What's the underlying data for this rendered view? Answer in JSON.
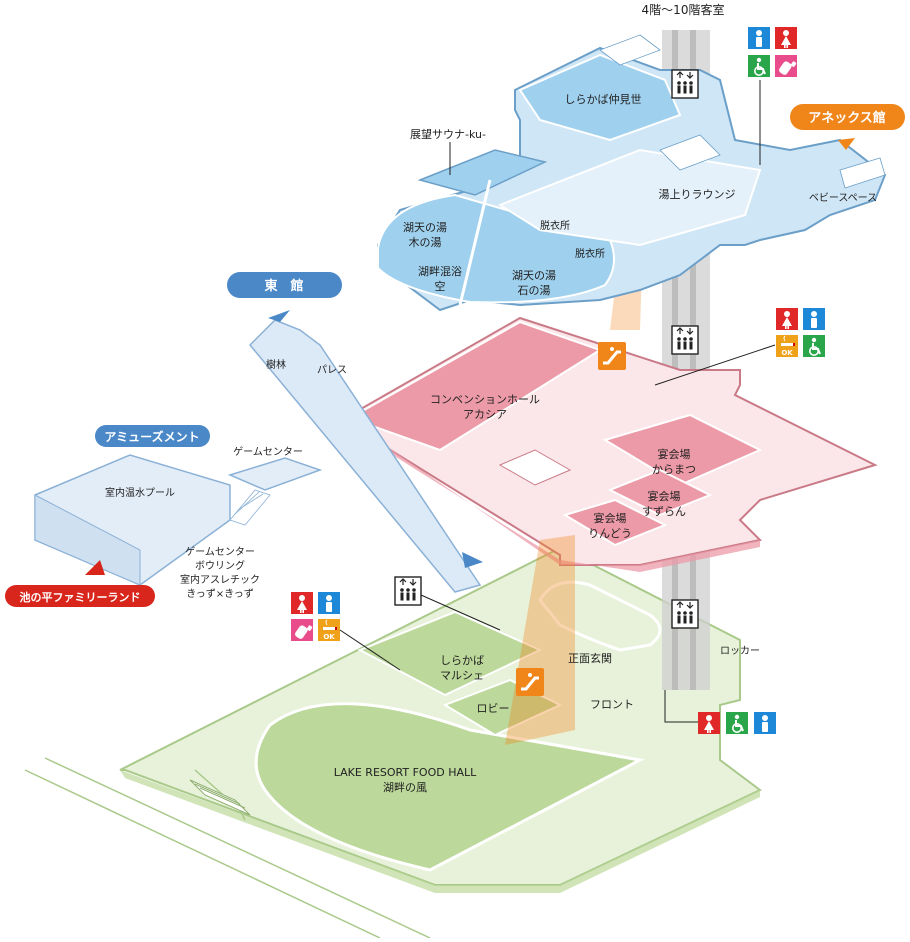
{
  "colors": {
    "floor_ground": "#dcebc8",
    "floor_ground_dark": "#bcd89a",
    "floor_ground_edge": "#a9c98a",
    "floor_middle": "#f6d3d8",
    "floor_middle_dark": "#ec9aa7",
    "floor_middle_edge": "#c97a86",
    "floor_top": "#cfe6f6",
    "floor_top_dark": "#9fd0ee",
    "floor_top_edge": "#6b9fc8",
    "connector_blue": "#4a88c8",
    "orange": "#f08519",
    "red": "#d9261c",
    "wc_male": "#1e88d8",
    "wc_female": "#e02828",
    "accessible": "#2aa64a",
    "baby": "#e84c8b",
    "smoking": "#f0a11a"
  },
  "top_label": "4階〜10階客室",
  "pills": {
    "east": "東　館",
    "amusement": "アミューズメント",
    "annex": "アネックス館",
    "ikenotaira": "池の平ファミリーランド"
  },
  "top_floor": {
    "shops": "しらかば仲見世",
    "sauna": "展望サウナ-ku-",
    "lounge": "湯上りラウンジ",
    "baby_space": "ベビースペース",
    "dressing_1": "脱衣所",
    "dressing_2": "脱衣所",
    "bath_ki_1": "湖天の湯",
    "bath_ki_2": "木の湯",
    "bath_mixed_1": "湖畔混浴",
    "bath_mixed_2": "空",
    "bath_ishi_1": "湖天の湯",
    "bath_ishi_2": "石の湯"
  },
  "east_wing": {
    "jurin": "樹林",
    "palace": "パレス",
    "game_center": "ゲームセンター",
    "pool": "室内温水プール",
    "lower_1": "ゲームセンター",
    "lower_2": "ボウリング",
    "lower_3": "室内アスレチック",
    "lower_4": "きっず×きっず"
  },
  "middle_floor": {
    "convention_1": "コンベンションホール",
    "convention_2": "アカシア",
    "karamatsu_1": "宴会場",
    "karamatsu_2": "からまつ",
    "suzuran_1": "宴会場",
    "suzuran_2": "すずらん",
    "ringo_1": "宴会場",
    "ringo_2": "りんどう"
  },
  "ground_floor": {
    "marche_1": "しらかば",
    "marche_2": "マルシェ",
    "entrance": "正面玄関",
    "locker": "ロッカー",
    "lobby": "ロビー",
    "front": "フロント",
    "food_hall_1": "LAKE RESORT FOOD HALL",
    "food_hall_2": "湖畔の風"
  },
  "icon_text": {
    "smoking_ok": "OK"
  }
}
